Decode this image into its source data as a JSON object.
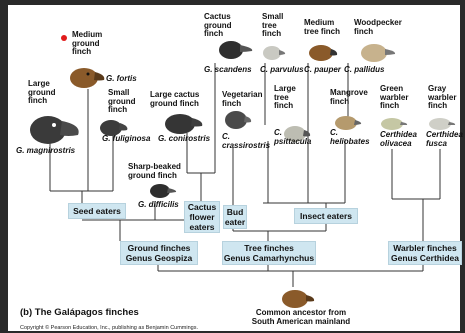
{
  "caption": "(b) The Galápagos finches",
  "copyright": "Copyright © Pearson Education, Inc., publishing as Benjamin Cummings.",
  "colors": {
    "box_fill": "#cfe6f0",
    "line": "#333333",
    "highlight_dot": "#e11b1b"
  },
  "finches": [
    {
      "common": "Large ground finch",
      "species": "G. magnirostris"
    },
    {
      "common": "Medium ground finch",
      "species": "G. fortis"
    },
    {
      "common": "Small ground finch",
      "species": "G. fuliginosa"
    },
    {
      "common": "Sharp-beaked ground finch",
      "species": "G. difficilis"
    },
    {
      "common": "Large cactus ground finch",
      "species": "G. conirostris"
    },
    {
      "common": "Cactus ground finch",
      "species": "G. scandens"
    },
    {
      "common": "Vegetarian finch",
      "species": "C. crassirostris"
    },
    {
      "common": "Small tree finch",
      "species": "C. parvulus"
    },
    {
      "common": "Large tree finch",
      "species": "C. psittacula"
    },
    {
      "common": "Medium tree finch",
      "species": "C. pauper"
    },
    {
      "common": "Woodpecker finch",
      "species": "C. pallidus"
    },
    {
      "common": "Mangrove finch",
      "species": "C. heliobates"
    },
    {
      "common": "Green warbler finch",
      "species": "Certhidea olivacea"
    },
    {
      "common": "Gray warbler finch",
      "species": "Certhidea fusca"
    }
  ],
  "diet_groups": {
    "seed": "Seed eaters",
    "cactus": "Cactus flower eaters",
    "bud": "Bud eater",
    "insect": "Insect eaters"
  },
  "genera": {
    "ground": {
      "line1": "Ground finches",
      "line2": "Genus Geospiza"
    },
    "tree": {
      "line1": "Tree finches",
      "line2": "Genus Camarhynchus"
    },
    "warbler": {
      "line1": "Warbler finches",
      "line2": "Genus Certhidea"
    }
  },
  "ancestor": "Common ancestor from South American mainland"
}
